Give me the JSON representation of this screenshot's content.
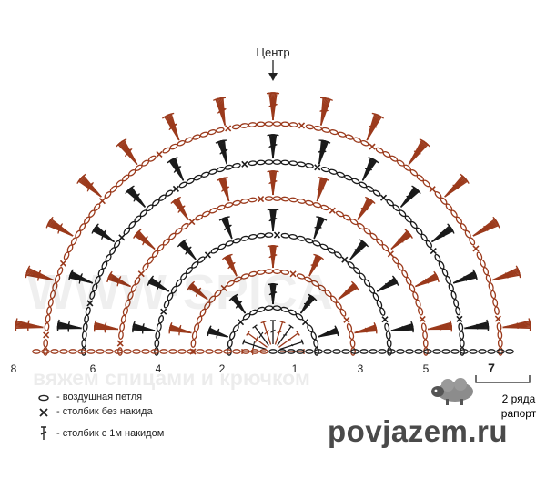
{
  "center_label": "Центр",
  "row_numbers_left": [
    "8",
    "6",
    "4",
    "2"
  ],
  "row_numbers_right": [
    "1",
    "3",
    "5",
    "7"
  ],
  "legend": [
    {
      "symbol": "chain-icon",
      "text": "- воздушная петля"
    },
    {
      "symbol": "single-crochet-icon",
      "text": "- столбик без накида"
    },
    {
      "symbol": "double-crochet-icon",
      "text": "- столбик с 1м накидом"
    }
  ],
  "repeat_label": {
    "line1": "2 ряда",
    "line2": "рапорт"
  },
  "site": "povjazem.ru",
  "watermark": {
    "line1": "вяжем спицами и крючком"
  },
  "colors": {
    "dark_rows": "#1a1a1a",
    "brown_rows": "#9b3a1c",
    "text": "#222222"
  }
}
